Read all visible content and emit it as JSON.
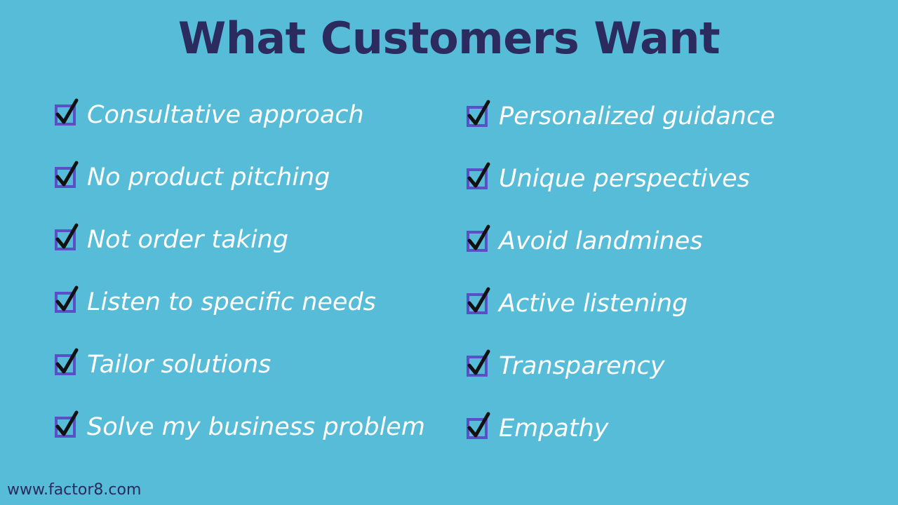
{
  "slide": {
    "title": "What Customers Want",
    "background_color": "#56bcd7",
    "title_color": "#2b2b5f",
    "item_text_color": "#ffffff",
    "checkbox_color": "#5b4fc8",
    "checkmark_color": "#111111"
  },
  "columns": [
    {
      "name": "left-column",
      "items": [
        {
          "icon": "checked-checkbox-icon",
          "label": "Consultative approach"
        },
        {
          "icon": "checked-checkbox-icon",
          "label": "No product pitching"
        },
        {
          "icon": "checked-checkbox-icon",
          "label": "Not order taking"
        },
        {
          "icon": "checked-checkbox-icon",
          "label": "Listen to specific needs"
        },
        {
          "icon": "checked-checkbox-icon",
          "label": "Tailor solutions"
        },
        {
          "icon": "checked-checkbox-icon",
          "label": "Solve my business problem"
        }
      ]
    },
    {
      "name": "right-column",
      "items": [
        {
          "icon": "checked-checkbox-icon",
          "label": "Personalized guidance"
        },
        {
          "icon": "checked-checkbox-icon",
          "label": "Unique perspectives"
        },
        {
          "icon": "checked-checkbox-icon",
          "label": "Avoid landmines"
        },
        {
          "icon": "checked-checkbox-icon",
          "label": "Active listening"
        },
        {
          "icon": "checked-checkbox-icon",
          "label": "Transparency"
        },
        {
          "icon": "checked-checkbox-icon",
          "label": "Empathy"
        }
      ]
    }
  ],
  "footer": {
    "url": "www.factor8.com"
  }
}
